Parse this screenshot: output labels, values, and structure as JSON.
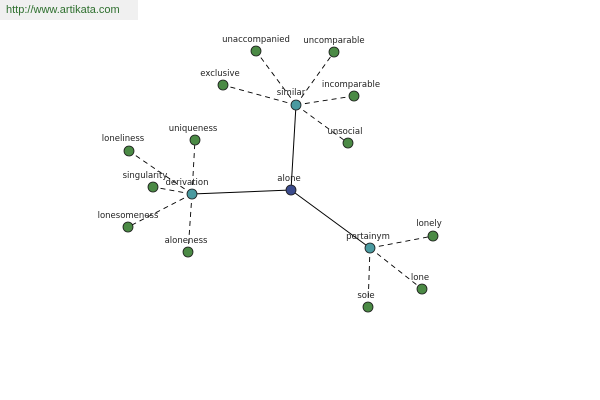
{
  "watermark": "http://www.artikata.com",
  "colors": {
    "center": "#3b4b8c",
    "relation": "#4a9aa0",
    "word": "#4b8a45",
    "node_stroke": "#1a1a1a",
    "edge": "#000000"
  },
  "graph": {
    "center": {
      "id": "alone",
      "label": "alone",
      "kind": "center"
    },
    "relations": [
      {
        "id": "similar",
        "label": "similar",
        "kind": "relation",
        "parent": "alone"
      },
      {
        "id": "derivation",
        "label": "derivation",
        "kind": "relation",
        "parent": "alone"
      },
      {
        "id": "pertainym",
        "label": "pertainym",
        "kind": "relation",
        "parent": "alone"
      }
    ],
    "words": [
      {
        "id": "unaccompanied",
        "label": "unaccompanied",
        "parent": "similar"
      },
      {
        "id": "uncomparable",
        "label": "uncomparable",
        "parent": "similar"
      },
      {
        "id": "exclusive",
        "label": "exclusive",
        "parent": "similar"
      },
      {
        "id": "incomparable",
        "label": "incomparable",
        "parent": "similar"
      },
      {
        "id": "unsocial",
        "label": "unsocial",
        "parent": "similar"
      },
      {
        "id": "loneliness",
        "label": "loneliness",
        "parent": "derivation"
      },
      {
        "id": "uniqueness",
        "label": "uniqueness",
        "parent": "derivation"
      },
      {
        "id": "singularity",
        "label": "singularity",
        "parent": "derivation"
      },
      {
        "id": "lonesomeness",
        "label": "lonesomeness",
        "parent": "derivation"
      },
      {
        "id": "aloneness",
        "label": "aloneness",
        "parent": "derivation"
      },
      {
        "id": "lonely",
        "label": "lonely",
        "parent": "pertainym"
      },
      {
        "id": "lone",
        "label": "lone",
        "parent": "pertainym"
      },
      {
        "id": "sole",
        "label": "sole",
        "parent": "pertainym"
      }
    ]
  }
}
